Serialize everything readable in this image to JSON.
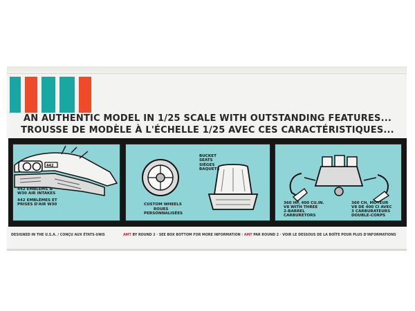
{
  "colors": {
    "teal": "#19a7a4",
    "orange": "#ee4b2a",
    "panel_bg": "#8fd4d6",
    "frame": "#161616"
  },
  "headline": {
    "english": "AN AUTHENTIC MODEL IN 1/25 SCALE WITH OUTSTANDING FEATURES...",
    "french": "TROUSSE DE MODÈLE À L'ÉCHELLE 1/25 AVEC CES CARACTÉRISTIQUES..."
  },
  "panels": {
    "front": {
      "icon": "car-front-icon",
      "label_en": [
        "442 EMBLEMS &",
        "W30 AIR INTAKES"
      ],
      "label_fr": [
        "442 EMBLÈMES ET",
        "PRISES D'AIR W30"
      ]
    },
    "interior": {
      "wheel_icon": "wheel-icon",
      "seat_icon": "bucket-seat-icon",
      "wheels_en": "CUSTOM WHEELS",
      "wheels_fr": [
        "ROUES",
        "PERSONNALISÉES"
      ],
      "seats_en": [
        "BUCKET",
        "SEATS"
      ],
      "seats_fr": [
        "SIÈGES",
        "BAQUETS"
      ]
    },
    "engine": {
      "icon": "engine-icon",
      "label_en": [
        "360 HP, 400 CU.IN.",
        "V8 WITH THREE",
        "2-BARREL",
        "CARBURETORS"
      ],
      "label_fr": [
        "360 CH, MOTEUR",
        "V8 DE 400 CI AVEC",
        "3 CARBURATEURS",
        "DOUBLE-CORPS"
      ]
    }
  },
  "footer": {
    "designed": "DESIGNED IN THE U.S.A. / CONÇU AUX ÉTATS-UNIS",
    "brand": "AMT",
    "by_round2": "BY ROUND 2",
    "see_box": "· SEE BOX BOTTOM FOR MORE INFORMATION ·",
    "par_round2": "PAR ROUND 2",
    "voir": "· VOIR LE DESSOUS DE LA BOÎTE POUR PLUS D'INFORMATIONS"
  }
}
